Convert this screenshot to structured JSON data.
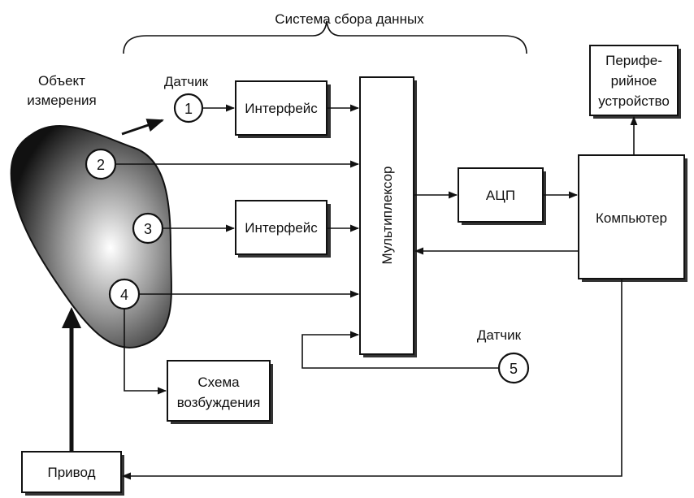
{
  "title": "Система сбора данных",
  "object_label": [
    "Объект",
    "измерения"
  ],
  "sensor_label_top": "Датчик",
  "sensor_label_bottom": "Датчик",
  "interface_top": "Интерфейс",
  "interface_bottom": "Интерфейс",
  "multiplexer": "Мультиплексор",
  "adc": "АЦП",
  "computer": "Компьютер",
  "peripheral": [
    "Перифе-",
    "рийное",
    "устройство"
  ],
  "excitation": [
    "Схема",
    "возбуждения"
  ],
  "drive": "Привод",
  "sensors": [
    "1",
    "2",
    "3",
    "4",
    "5"
  ]
}
